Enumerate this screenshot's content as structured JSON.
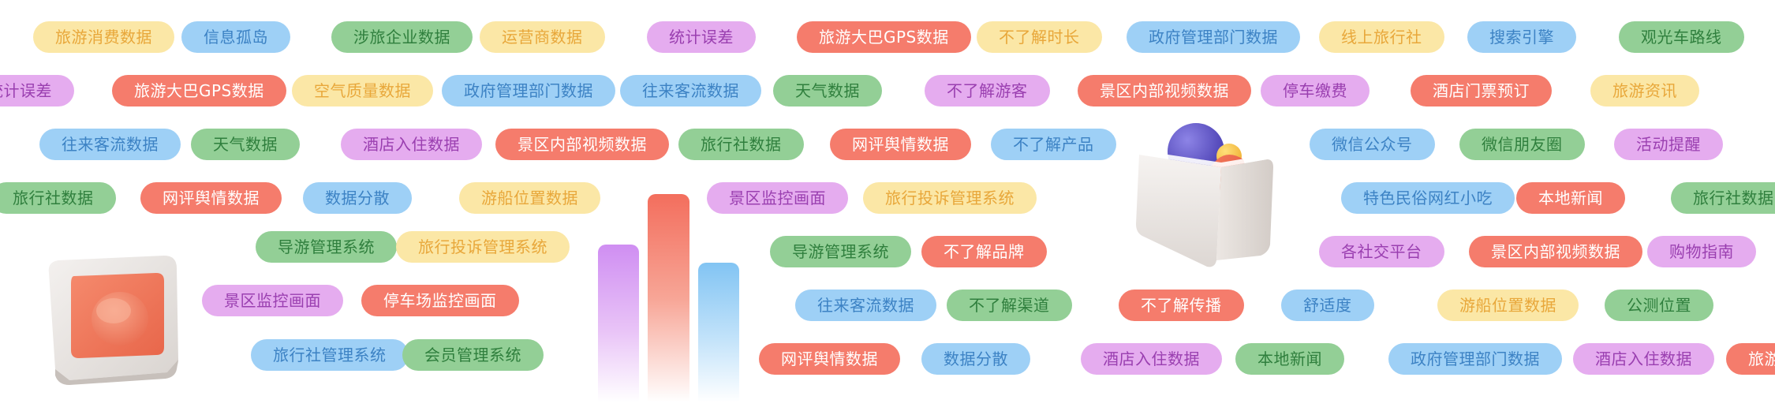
{
  "tags": [
    {
      "label": "旅游消费数据",
      "color": "yellow"
    },
    {
      "label": "信息孤岛",
      "color": "blue"
    },
    {
      "label": "涉旅企业数据",
      "color": "green"
    },
    {
      "label": "运营商数据",
      "color": "yellow"
    },
    {
      "label": "统计误差",
      "color": "purple"
    },
    {
      "label": "旅游大巴GPS数据",
      "color": "red"
    },
    {
      "label": "不了解时长",
      "color": "yellow"
    },
    {
      "label": "政府管理部门数据",
      "color": "blue"
    },
    {
      "label": "线上旅行社",
      "color": "yellow"
    },
    {
      "label": "搜索引擎",
      "color": "blue"
    },
    {
      "label": "观光车路线",
      "color": "green"
    },
    {
      "label": "统计误差",
      "color": "purple"
    },
    {
      "label": "旅游大巴GPS数据",
      "color": "red"
    },
    {
      "label": "空气质量数据",
      "color": "yellow"
    },
    {
      "label": "政府管理部门数据",
      "color": "blue"
    },
    {
      "label": "往来客流数据",
      "color": "blue"
    },
    {
      "label": "天气数据",
      "color": "green"
    },
    {
      "label": "不了解游客",
      "color": "purple"
    },
    {
      "label": "景区内部视频数据",
      "color": "red"
    },
    {
      "label": "停车缴费",
      "color": "purple"
    },
    {
      "label": "酒店门票预订",
      "color": "red"
    },
    {
      "label": "旅游资讯",
      "color": "yellow"
    },
    {
      "label": "往来客流数据",
      "color": "blue"
    },
    {
      "label": "天气数据",
      "color": "green"
    },
    {
      "label": "酒店入住数据",
      "color": "purple"
    },
    {
      "label": "景区内部视频数据",
      "color": "red"
    },
    {
      "label": "旅行社数据",
      "color": "green"
    },
    {
      "label": "网评舆情数据",
      "color": "red"
    },
    {
      "label": "不了解产品",
      "color": "blue"
    },
    {
      "label": "微信公众号",
      "color": "blue"
    },
    {
      "label": "微信朋友圈",
      "color": "green"
    },
    {
      "label": "活动提醒",
      "color": "purple"
    },
    {
      "label": "旅行社数据",
      "color": "green"
    },
    {
      "label": "网评舆情数据",
      "color": "red"
    },
    {
      "label": "数据分散",
      "color": "blue"
    },
    {
      "label": "游船位置数据",
      "color": "yellow"
    },
    {
      "label": "景区监控画面",
      "color": "purple"
    },
    {
      "label": "旅行投诉管理系统",
      "color": "yellow"
    },
    {
      "label": "特色民俗网红小吃",
      "color": "blue"
    },
    {
      "label": "本地新闻",
      "color": "red"
    },
    {
      "label": "旅行社数据",
      "color": "green"
    },
    {
      "label": "导游管理系统",
      "color": "green"
    },
    {
      "label": "旅行投诉管理系统",
      "color": "yellow"
    },
    {
      "label": "导游管理系统",
      "color": "green"
    },
    {
      "label": "不了解品牌",
      "color": "red"
    },
    {
      "label": "各社交平台",
      "color": "purple"
    },
    {
      "label": "景区内部视频数据",
      "color": "red"
    },
    {
      "label": "购物指南",
      "color": "purple"
    },
    {
      "label": "景区监控画面",
      "color": "purple"
    },
    {
      "label": "停车场监控画面",
      "color": "red"
    },
    {
      "label": "往来客流数据",
      "color": "blue"
    },
    {
      "label": "不了解渠道",
      "color": "green"
    },
    {
      "label": "不了解传播",
      "color": "red"
    },
    {
      "label": "舒适度",
      "color": "blue"
    },
    {
      "label": "游船位置数据",
      "color": "yellow"
    },
    {
      "label": "公测位置",
      "color": "green"
    },
    {
      "label": "旅行社管理系统",
      "color": "blue"
    },
    {
      "label": "会员管理系统",
      "color": "green"
    },
    {
      "label": "网评舆情数据",
      "color": "red"
    },
    {
      "label": "数据分散",
      "color": "blue"
    },
    {
      "label": "酒店入住数据",
      "color": "purple"
    },
    {
      "label": "本地新闻",
      "color": "green"
    },
    {
      "label": "政府管理部门数据",
      "color": "blue"
    },
    {
      "label": "酒店入住数据",
      "color": "purple"
    },
    {
      "label": "旅游",
      "color": "red"
    }
  ],
  "icons": {
    "button": "push-button-icon",
    "box": "ball-box-icon",
    "bars": "bar-chart-icon"
  },
  "colors": {
    "yellow_bg": "#fbe7a6",
    "blue_bg": "#9ed0f6",
    "green_bg": "#93cf96",
    "purple_bg": "#e5acef",
    "red_bg": "#f57c6c"
  }
}
